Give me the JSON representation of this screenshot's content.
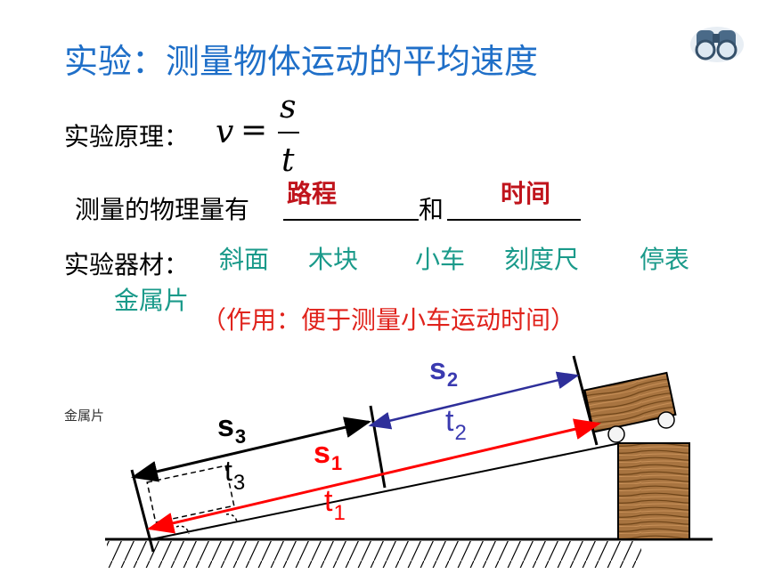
{
  "title": "实验：测量物体运动的平均速度",
  "principle": {
    "label": "实验原理：",
    "formula_lhs": "v",
    "formula_eq": "=",
    "formula_num": "s",
    "formula_den": "t"
  },
  "quantities": {
    "prefix": "测量的物理量有",
    "answer1": "路程",
    "connector": "和",
    "answer2": "时间"
  },
  "equipment": {
    "label": "实验器材：",
    "items": [
      "斜面",
      "木块",
      "小车",
      "刻度尺",
      "停表",
      "金属片"
    ],
    "note": "（作用：便于测量小车运动时间）"
  },
  "diagram": {
    "side_label": "金属片",
    "s1": "s",
    "s1_sub": "1",
    "s2": "s",
    "s2_sub": "2",
    "s3": "s",
    "s3_sub": "3",
    "t1": "t",
    "t1_sub": "1",
    "t2": "t",
    "t2_sub": "2",
    "t3": "t",
    "t3_sub": "3"
  },
  "colors": {
    "title": "#1f6fc8",
    "answer": "#c0141c",
    "equipment": "#1a9a8a",
    "note": "#e0231c",
    "s1_line": "#ff0000",
    "s2_line": "#2e2f9a",
    "s2_text": "#3a3ab0",
    "wood": "#9a6a3a"
  },
  "icons": {
    "corner": "binoculars-icon"
  }
}
